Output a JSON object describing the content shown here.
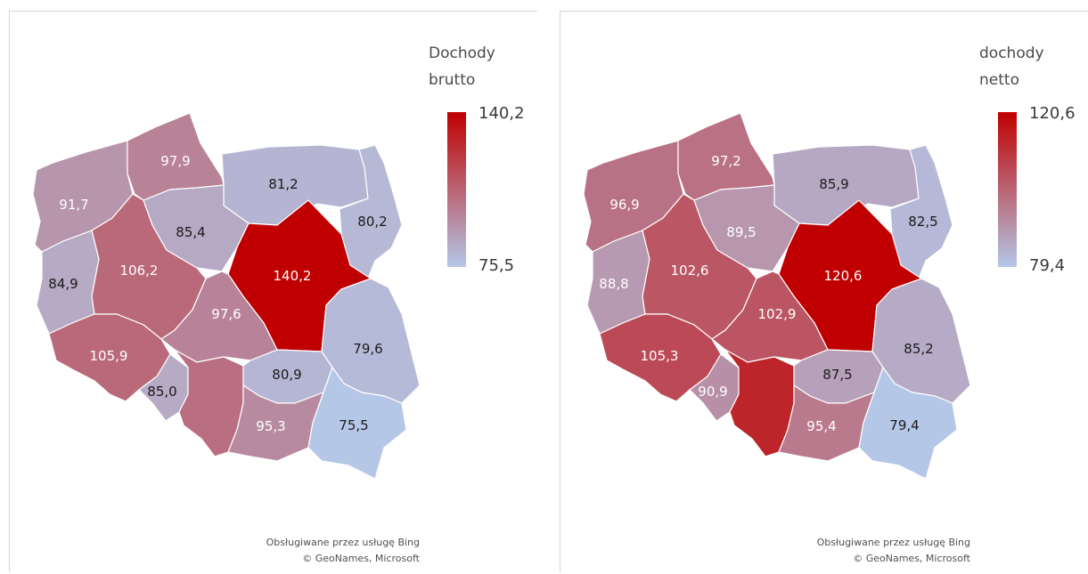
{
  "colors": {
    "low": "#b4c7e7",
    "high": "#c00000"
  },
  "attribution": {
    "line1": "Obsługiwane przez usługę Bing",
    "line2": "© GeoNames, Microsoft"
  },
  "maps": [
    {
      "legend_title_1": "Dochody",
      "legend_title_2": "brutto",
      "legend_max": "140,2",
      "legend_min": "75,5",
      "min": 75.5,
      "max": 140.2,
      "regions": [
        {
          "id": "zachodniopomorskie",
          "value": 91.7,
          "label": "91,7"
        },
        {
          "id": "pomorskie",
          "value": 97.9,
          "label": "97,9"
        },
        {
          "id": "warminsko-mazurskie",
          "value": 81.2,
          "label": "81,2"
        },
        {
          "id": "podlaskie",
          "value": 80.2,
          "label": "80,2"
        },
        {
          "id": "lubuskie",
          "value": 84.9,
          "label": "84,9"
        },
        {
          "id": "wielkopolskie",
          "value": 106.2,
          "label": "106,2"
        },
        {
          "id": "kujawsko-pomorskie",
          "value": 85.4,
          "label": "85,4"
        },
        {
          "id": "mazowieckie",
          "value": 140.2,
          "label": "140,2"
        },
        {
          "id": "lodzkie",
          "value": 97.6,
          "label": "97,6"
        },
        {
          "id": "lubelskie",
          "value": 79.6,
          "label": "79,6"
        },
        {
          "id": "dolnoslaskie",
          "value": 105.9,
          "label": "105,9"
        },
        {
          "id": "opolskie",
          "value": 85.0,
          "label": "85,0"
        },
        {
          "id": "slaskie",
          "value": 104.0,
          "label": ""
        },
        {
          "id": "swietokrzyskie",
          "value": 80.9,
          "label": "80,9"
        },
        {
          "id": "malopolskie",
          "value": 95.3,
          "label": "95,3"
        },
        {
          "id": "podkarpackie",
          "value": 75.5,
          "label": "75,5"
        }
      ]
    },
    {
      "legend_title_1": "dochody",
      "legend_title_2": "netto",
      "legend_max": "120,6",
      "legend_min": "79,4",
      "min": 79.4,
      "max": 120.6,
      "regions": [
        {
          "id": "zachodniopomorskie",
          "value": 96.9,
          "label": "96,9"
        },
        {
          "id": "pomorskie",
          "value": 97.2,
          "label": "97,2"
        },
        {
          "id": "warminsko-mazurskie",
          "value": 85.9,
          "label": "85,9"
        },
        {
          "id": "podlaskie",
          "value": 82.5,
          "label": "82,5"
        },
        {
          "id": "lubuskie",
          "value": 88.8,
          "label": "88,8"
        },
        {
          "id": "wielkopolskie",
          "value": 102.6,
          "label": "102,6"
        },
        {
          "id": "kujawsko-pomorskie",
          "value": 89.5,
          "label": "89,5"
        },
        {
          "id": "mazowieckie",
          "value": 120.6,
          "label": "120,6"
        },
        {
          "id": "lodzkie",
          "value": 102.9,
          "label": "102,9"
        },
        {
          "id": "lubelskie",
          "value": 85.2,
          "label": "85,2"
        },
        {
          "id": "dolnoslaskie",
          "value": 105.3,
          "label": "105,3"
        },
        {
          "id": "opolskie",
          "value": 90.9,
          "label": "90,9"
        },
        {
          "id": "slaskie",
          "value": 113.0,
          "label": ""
        },
        {
          "id": "swietokrzyskie",
          "value": 87.5,
          "label": "87,5"
        },
        {
          "id": "malopolskie",
          "value": 95.4,
          "label": "95,4"
        },
        {
          "id": "podkarpackie",
          "value": 79.4,
          "label": "79,4"
        }
      ]
    }
  ]
}
